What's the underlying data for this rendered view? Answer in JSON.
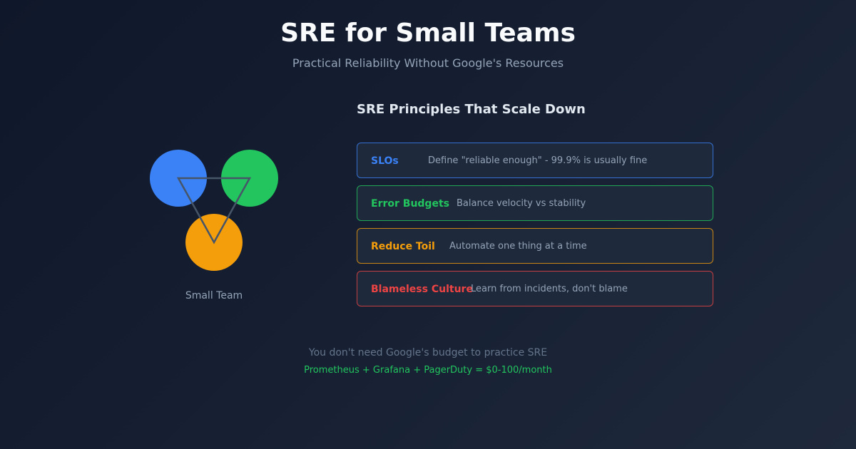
{
  "header": {
    "title": "SRE for Small Teams",
    "subtitle": "Practical Reliability Without Google's Resources"
  },
  "diagram": {
    "label": "Small Team",
    "nodes": [
      {
        "name": "blue-member",
        "color": "#3b82f6"
      },
      {
        "name": "green-member",
        "color": "#22c55e"
      },
      {
        "name": "orange-member",
        "color": "#f59e0b"
      }
    ],
    "connector_color": "#475569"
  },
  "principles": {
    "title": "SRE Principles That Scale Down",
    "items": [
      {
        "name": "SLOs",
        "description": "Define \"reliable enough\" - 99.9% is usually fine",
        "color": "#3b82f6"
      },
      {
        "name": "Error Budgets",
        "description": "Balance velocity vs stability",
        "color": "#22c55e"
      },
      {
        "name": "Reduce Toil",
        "description": "Automate one thing at a time",
        "color": "#f59e0b"
      },
      {
        "name": "Blameless Culture",
        "description": "Learn from incidents, don't blame",
        "color": "#ef4444"
      }
    ]
  },
  "footer": {
    "tagline": "You don't need Google's budget to practice SRE",
    "tools": "Prometheus + Grafana + PagerDuty = $0-100/month"
  }
}
